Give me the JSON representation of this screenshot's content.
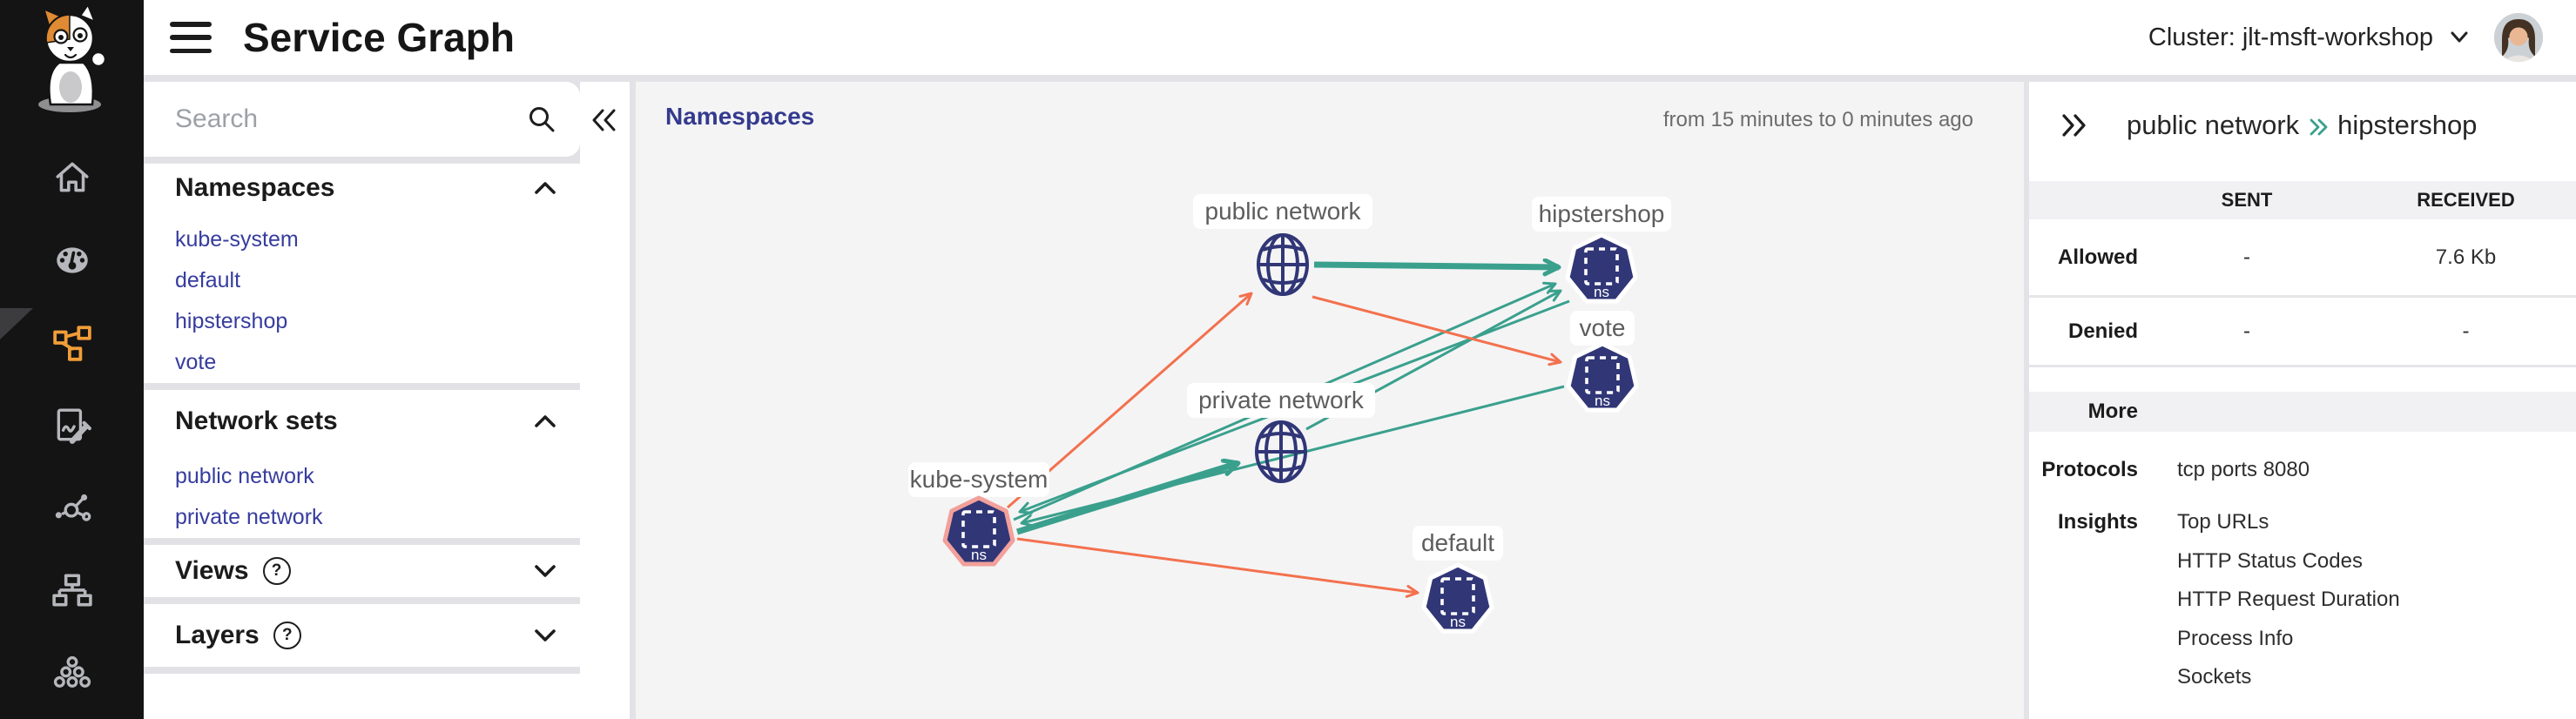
{
  "topbar": {
    "title": "Service Graph",
    "cluster_label": "Cluster: jlt-msft-workshop"
  },
  "sidebar": {
    "search_placeholder": "Search",
    "sections": [
      {
        "label": "Namespaces",
        "expanded": true,
        "items": [
          "kube-system",
          "default",
          "hipstershop",
          "vote"
        ]
      },
      {
        "label": "Network sets",
        "expanded": true,
        "items": [
          "public network",
          "private network"
        ]
      },
      {
        "label": "Views",
        "expanded": false,
        "has_help": true,
        "items": []
      },
      {
        "label": "Layers",
        "expanded": false,
        "has_help": true,
        "items": []
      }
    ]
  },
  "canvas": {
    "view_label": "Namespaces",
    "time_range": "from 15 minutes to 0 minutes ago"
  },
  "graph": {
    "node_badge": "ns",
    "nodes": [
      {
        "id": "public-network",
        "label": "public network",
        "type": "network-set"
      },
      {
        "id": "hipstershop",
        "label": "hipstershop",
        "type": "namespace"
      },
      {
        "id": "vote",
        "label": "vote",
        "type": "namespace"
      },
      {
        "id": "private-network",
        "label": "private network",
        "type": "network-set"
      },
      {
        "id": "kube-system",
        "label": "kube-system",
        "type": "namespace",
        "highlighted": true
      },
      {
        "id": "default",
        "label": "default",
        "type": "namespace"
      }
    ],
    "edges": [
      {
        "from": "public network",
        "to": "hipstershop",
        "color": "teal",
        "weight": "thick",
        "selected": true
      },
      {
        "from": "kube-system",
        "to": "private network",
        "color": "teal",
        "weight": "thick"
      },
      {
        "from": "private network",
        "to": "hipstershop",
        "color": "teal",
        "weight": "thin"
      },
      {
        "from": "kube-system",
        "to": "hipstershop",
        "color": "teal",
        "weight": "thin"
      },
      {
        "from": "vote",
        "to": "kube-system",
        "color": "teal",
        "weight": "thin"
      },
      {
        "from": "hipstershop",
        "to": "kube-system",
        "color": "teal",
        "weight": "thin"
      },
      {
        "from": "kube-system",
        "to": "public network",
        "color": "orange",
        "weight": "thin"
      },
      {
        "from": "public network",
        "to": "vote",
        "color": "orange",
        "weight": "thin"
      },
      {
        "from": "kube-system",
        "to": "default",
        "color": "orange",
        "weight": "thin"
      }
    ]
  },
  "details_panel": {
    "breadcrumb": {
      "source": "public network",
      "target": "hipstershop"
    },
    "traffic_table": {
      "columns": {
        "sent": "SENT",
        "received": "RECEIVED"
      },
      "rows": [
        {
          "label": "Allowed",
          "sent": "-",
          "received": "7.6 Kb"
        },
        {
          "label": "Denied",
          "sent": "-",
          "received": "-"
        }
      ]
    },
    "more_label": "More",
    "protocols": {
      "label": "Protocols",
      "value": "tcp ports 8080"
    },
    "insights": {
      "label": "Insights",
      "items": [
        "Top URLs",
        "HTTP Status Codes",
        "HTTP Request Duration",
        "Process Info",
        "Sockets"
      ]
    }
  },
  "icons": {
    "help": "?"
  },
  "colors": {
    "teal": "#3aa08d",
    "orange": "#f3714e",
    "node_fill": "#303676",
    "node_highlight": "#f2a09a",
    "link_indigo": "#363c9e",
    "active_rail_icon": "#f29d38"
  }
}
